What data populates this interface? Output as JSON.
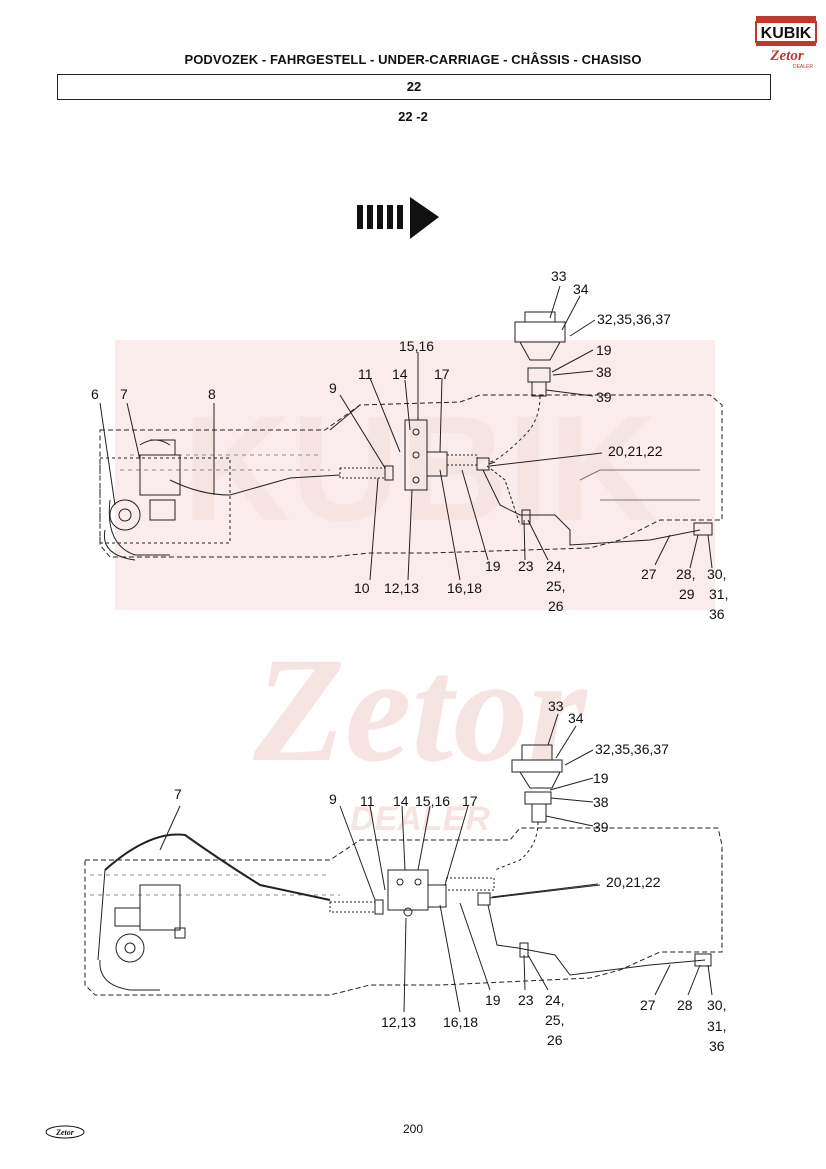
{
  "brand": {
    "kubik_text": "KUBIK",
    "zetor_text": "Zetor",
    "dealer_text": "DEALER"
  },
  "header": {
    "title": "PODVOZEK - FAHRGESTELL - UNDER-CARRIAGE - CHÂSSIS - CHASISO"
  },
  "section": {
    "number": "22",
    "sub_id": "22 -2"
  },
  "watermark": {
    "text": "KUBIK",
    "zetor": "Zetor",
    "dealer": "DEALER"
  },
  "diagram_top": {
    "labels": {
      "l33": "33",
      "l34": "34",
      "l32": "32,35,36,37",
      "l19a": "19",
      "l38": "38",
      "l39": "39",
      "l1516": "15,16",
      "l11": "11",
      "l14": "14",
      "l17": "17",
      "l9": "9",
      "l6": "6",
      "l7": "7",
      "l8": "8",
      "l202122": "20,21,22",
      "l10": "10",
      "l1213": "12,13",
      "l1618": "16,18",
      "l19b": "19",
      "l23": "23",
      "l24": "24,",
      "l25": "25,",
      "l26": "26",
      "l27": "27",
      "l28": "28,",
      "l29": "29",
      "l30": "30,",
      "l31": "31,",
      "l36": "36"
    }
  },
  "diagram_bottom": {
    "labels": {
      "l33": "33",
      "l34": "34",
      "l32": "32,35,36,37",
      "l19a": "19",
      "l38": "38",
      "l39": "39",
      "l7": "7",
      "l9": "9",
      "l11": "11",
      "l14": "14",
      "l1516": "15,16",
      "l17": "17",
      "l202122": "20,21,22",
      "l1213": "12,13",
      "l1618": "16,18",
      "l19b": "19",
      "l23": "23",
      "l24": "24,",
      "l25": "25,",
      "l26": "26",
      "l27": "27",
      "l28": "28",
      "l30": "30,",
      "l31": "31,",
      "l36": "36"
    }
  },
  "footer": {
    "page_number": "200",
    "logo_text": "Zetor"
  }
}
